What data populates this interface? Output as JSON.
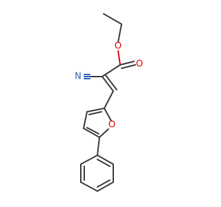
{
  "molecule": {
    "atoms": {
      "ester_carbonyl_oxygen": {
        "symbol": "O",
        "color": "#e00000"
      },
      "ester_ether_oxygen": {
        "symbol": "O",
        "color": "#e00000"
      },
      "nitrile_nitrogen": {
        "symbol": "N",
        "color": "#3060c0"
      },
      "furan_oxygen": {
        "symbol": "O",
        "color": "#e00000"
      }
    },
    "colors": {
      "bond": "#3a3a3a",
      "oxygen": "#e00000",
      "nitrogen": "#3060c0",
      "background": "#ffffff"
    }
  }
}
